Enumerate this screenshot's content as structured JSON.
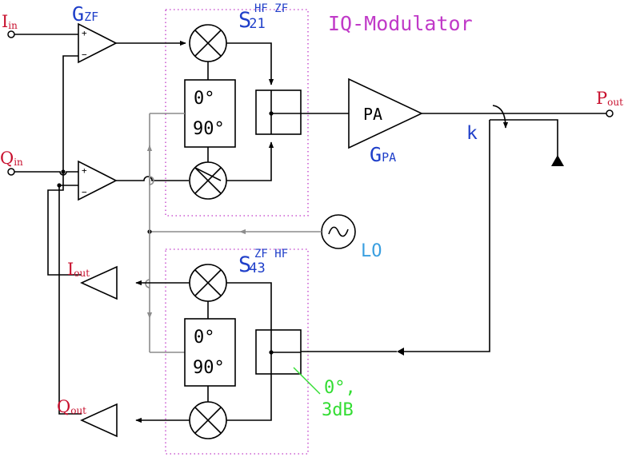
{
  "title": "IQ-Modulator",
  "labels": {
    "i_in": {
      "main": "I",
      "sub": "in"
    },
    "q_in": {
      "main": "Q",
      "sub": "in"
    },
    "i_out": {
      "main": "I",
      "sub": "out"
    },
    "q_out": {
      "main": "Q",
      "sub": "out"
    },
    "p_out": {
      "main": "P",
      "sub": "out"
    },
    "g_zf": {
      "main": "G",
      "sub": "ZF"
    },
    "g_pa": {
      "main": "G",
      "sub": "PA"
    },
    "pa": "PA",
    "k": "k",
    "lo": "LO",
    "s21": {
      "main": "S",
      "sub": "21",
      "sup": "HF  ZF"
    },
    "s43": {
      "main": "S",
      "sub": "43",
      "sup": "ZF  HF"
    },
    "phase_0": "0°",
    "phase_90": "90°",
    "combiner_note_1": "0°,",
    "combiner_note_2": "3dB",
    "plus": "+",
    "minus": "−"
  },
  "colors": {
    "red": "#c8102e",
    "blue": "#1f3fc9",
    "lightblue": "#3a9fe0",
    "magenta": "#c03ac8",
    "green": "#33dd33",
    "gray": "#8c8c8c"
  }
}
